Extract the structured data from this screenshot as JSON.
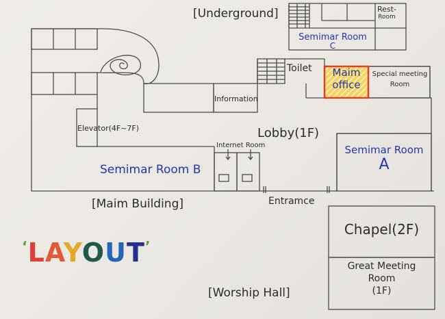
{
  "title": "LAYOUT",
  "title_letters": [
    {
      "ch": "L",
      "color": "#d9403a"
    },
    {
      "ch": "A",
      "color": "#e35a3a"
    },
    {
      "ch": "Y",
      "color": "#e3a92a"
    },
    {
      "ch": "O",
      "color": "#1f5a4a"
    },
    {
      "ch": "U",
      "color": "#2466b8"
    },
    {
      "ch": "T",
      "color": "#27308f"
    }
  ],
  "quote_color": "#5aa53a",
  "sections": {
    "underground": "[Underground]",
    "main_building": "[Maim Building]",
    "worship_hall": "[Worship Hall]"
  },
  "rooms": {
    "rest_room_line1": "Rest-",
    "rest_room_line2": "Room",
    "seminar_c_line1": "Semimar Room",
    "seminar_c_line2": "C",
    "toilet": "Toilet",
    "main_office_line1": "Maim",
    "main_office_line2": "office",
    "special_meeting_line1": "Special meeting",
    "special_meeting_line2": "Room",
    "information": "Information",
    "elevator": "Elevator(4F~7F)",
    "lobby": "Lobby(1F)",
    "internet_room": "Internet Room",
    "seminar_b": "Semimar Room B",
    "seminar_a_line1": "Semimar Room",
    "seminar_a_line2": "A",
    "entrance": "Entramce",
    "chapel": "Chapel(2F)",
    "great_meeting_line1": "Great Meeting",
    "great_meeting_line2": "Room",
    "great_meeting_line3": "(1F)"
  },
  "colors": {
    "ink": "#3a3a3a",
    "blue_ink": "#2338a8",
    "office_fill": "#f2c14a",
    "office_border": "#d6452a"
  }
}
